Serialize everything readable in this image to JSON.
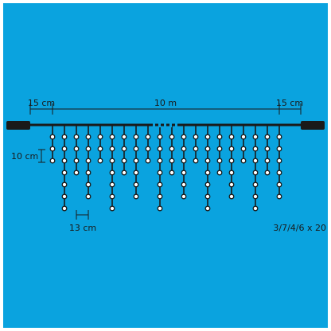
{
  "colors": {
    "background": "#0aa3df",
    "frame": "#ffffff",
    "cable": "#1a1a1a",
    "bulb": "#ffffff",
    "text": "#1a1a1a"
  },
  "labels": {
    "left_lead": "15 cm",
    "main_length": "10 m",
    "right_lead": "15 cm",
    "vertical_spacing": "10 cm",
    "horizontal_spacing": "13 cm",
    "pattern": "3/7/4/6 x 20"
  },
  "strands": {
    "count": 20,
    "bulb_counts": [
      3,
      7,
      4,
      6,
      3,
      7,
      4,
      6,
      3,
      7,
      4,
      6,
      3,
      7,
      4,
      6,
      3,
      7,
      4,
      6
    ]
  }
}
